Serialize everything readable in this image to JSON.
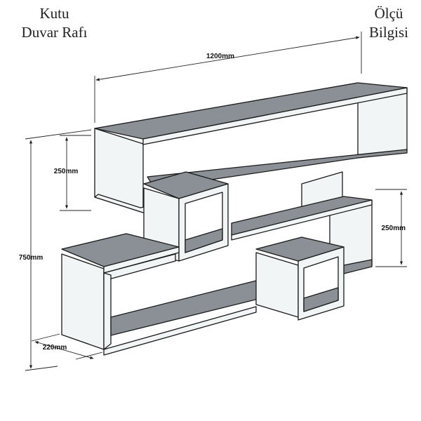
{
  "title": {
    "left": [
      "Kutu",
      "Duvar Rafı"
    ],
    "right": [
      "Ölçü",
      "Bilgisi"
    ]
  },
  "dimensions": {
    "width": "1200mm",
    "height_top": "250mm",
    "height_right": "250mm",
    "height_total": "750mm",
    "depth": "220mm"
  },
  "colors": {
    "shelf_surface": "#8a9095",
    "shelf_side": "#f2f5f6",
    "outline": "#1a1a1a"
  }
}
